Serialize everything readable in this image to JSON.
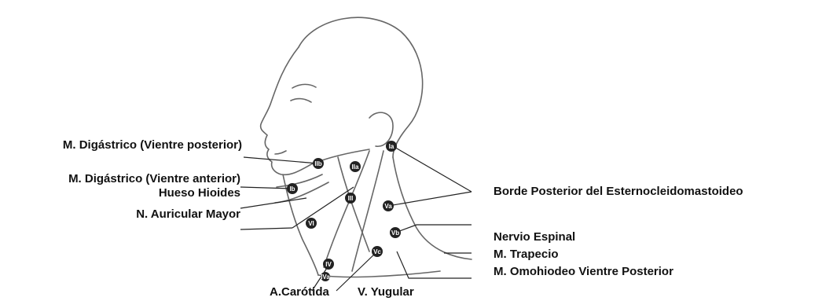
{
  "diagram": {
    "labels_left": [
      "M. Digástrico (Vientre posterior)",
      "M. Digástrico (Vientre anterior)",
      "Hueso Hioides",
      "N. Auricular Mayor"
    ],
    "labels_right": [
      "Borde Posterior del Esternocleidomastoideo",
      "Nervio Espinal",
      "M. Trapecio",
      "M. Omohiodeo Vientre Posterior"
    ],
    "labels_bottom": [
      "A.Carótida",
      "V. Yugular"
    ],
    "level_markers": [
      "IIb",
      "Ib",
      "Ia",
      "IIa",
      "III",
      "VI",
      "Va",
      "Vb",
      "IV",
      "Vc",
      "IVa"
    ]
  }
}
